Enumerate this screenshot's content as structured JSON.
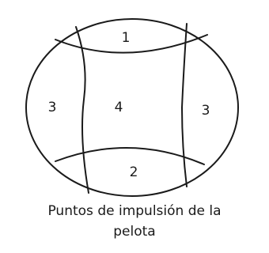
{
  "diagram": {
    "zones": [
      {
        "id": "top",
        "label": "1"
      },
      {
        "id": "bottom",
        "label": "2"
      },
      {
        "id": "left",
        "label": "3"
      },
      {
        "id": "right",
        "label": "3"
      },
      {
        "id": "center",
        "label": "4"
      }
    ],
    "caption": {
      "line1": "Puntos de impulsión de la",
      "line2": "pelota"
    }
  }
}
